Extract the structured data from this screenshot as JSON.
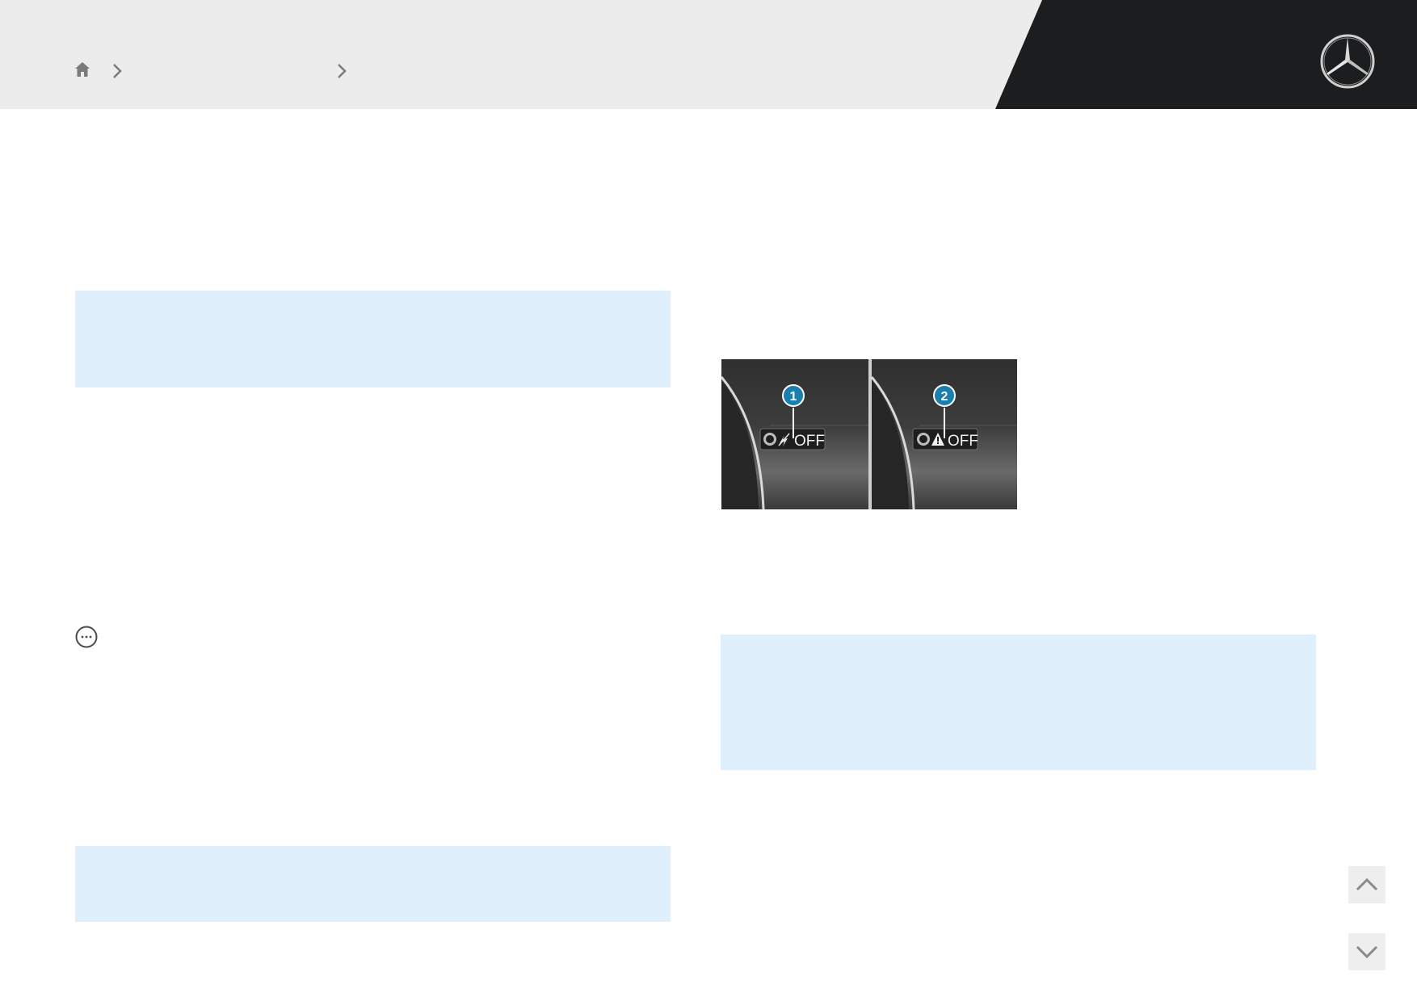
{
  "header": {
    "breadcrumb": {
      "home_icon": "home-icon",
      "separator_icon": "chevron-right-icon",
      "items": [
        "",
        ""
      ]
    },
    "logo_icon": "mercedes-star-icon"
  },
  "notes": {
    "note_a": "",
    "note_b": "",
    "note_c": ""
  },
  "figure": {
    "panels": [
      {
        "callout": "1",
        "display_text": "OFF",
        "symbol": "speed-limit-crossed-icon"
      },
      {
        "callout": "2",
        "display_text": "OFF",
        "symbol": "warning-triangle-icon"
      }
    ]
  },
  "message_icon": "ellipsis-circle-icon",
  "navigation": {
    "up_icon": "chevron-up-icon",
    "down_icon": "chevron-down-icon"
  },
  "colors": {
    "header_bg": "#ececec",
    "header_dark": "#1c1d1f",
    "note_bg": "#dff0fc",
    "callout_blue": "#1a7fae"
  }
}
